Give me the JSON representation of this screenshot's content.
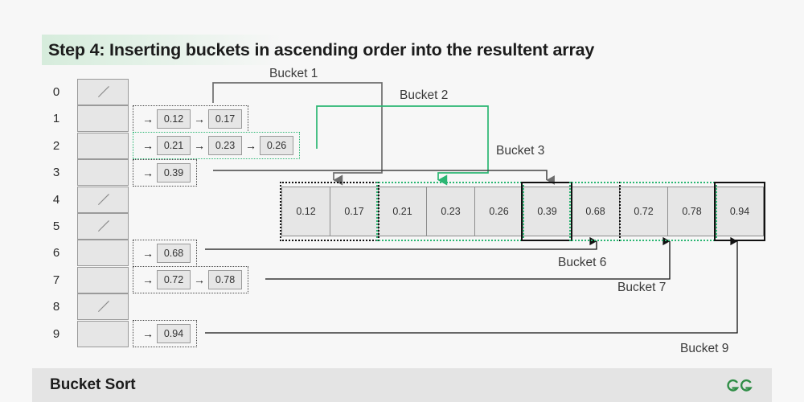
{
  "page": {
    "title": "Step 4: Inserting buckets in ascending order into the resultent array",
    "background_color": "#f7f7f7",
    "title_highlight_color": "#d6ecdc"
  },
  "colors": {
    "accent_green": "#2bb673",
    "line_gray": "#6e6e6e",
    "line_black": "#111111",
    "cell_fill": "#e6e6e6",
    "cell_border": "#9a9a9a",
    "brand_green": "#2f8d46"
  },
  "bucket_table": {
    "indices": [
      "0",
      "1",
      "2",
      "3",
      "4",
      "5",
      "6",
      "7",
      "8",
      "9"
    ],
    "empty_marker": "/",
    "empty_rows": [
      0,
      4,
      5,
      8
    ],
    "chains": [
      {
        "index": 1,
        "border": "gray",
        "values": [
          "0.12",
          "0.17"
        ]
      },
      {
        "index": 2,
        "border": "green",
        "values": [
          "0.21",
          "0.23",
          "0.26"
        ]
      },
      {
        "index": 3,
        "border": "gray",
        "values": [
          "0.39"
        ]
      },
      {
        "index": 6,
        "border": "gray",
        "values": [
          "0.68"
        ]
      },
      {
        "index": 7,
        "border": "gray",
        "values": [
          "0.72",
          "0.78"
        ]
      },
      {
        "index": 9,
        "border": "gray",
        "values": [
          "0.94"
        ]
      }
    ],
    "arrow_glyph": "→"
  },
  "result_array": {
    "values": [
      "0.12",
      "0.17",
      "0.21",
      "0.23",
      "0.26",
      "0.39",
      "0.68",
      "0.72",
      "0.78",
      "0.94"
    ],
    "highlights": [
      {
        "label": "Bucket 1",
        "style": "dotted-black",
        "from": 0,
        "to": 1
      },
      {
        "label": "Bucket 2",
        "style": "dotted-green",
        "from": 2,
        "to": 4
      },
      {
        "label": "Bucket 3",
        "style": "solid-black",
        "from": 5,
        "to": 5
      },
      {
        "label": "Bucket 6",
        "style": "dotted-black",
        "from": 6,
        "to": 6
      },
      {
        "label": "Bucket 7",
        "style": "dotted-green",
        "from": 6,
        "to": 8
      },
      {
        "label": "Bucket 9",
        "style": "solid-black",
        "from": 9,
        "to": 9
      }
    ]
  },
  "labels": {
    "bucket1": "Bucket 1",
    "bucket2": "Bucket 2",
    "bucket3": "Bucket 3",
    "bucket6": "Bucket 6",
    "bucket7": "Bucket 7",
    "bucket9": "Bucket 9"
  },
  "footer": {
    "title": "Bucket Sort",
    "logo": "geeksforgeeks-logo"
  },
  "chart_data": {
    "type": "diagram",
    "title": "Bucket Sort — Step 4: Inserting buckets in ascending order into the resultent array",
    "buckets": {
      "0": [],
      "1": [
        "0.12",
        "0.17"
      ],
      "2": [
        "0.21",
        "0.23",
        "0.26"
      ],
      "3": [
        "0.39"
      ],
      "4": [],
      "5": [],
      "6": [
        "0.68"
      ],
      "7": [
        "0.72",
        "0.78"
      ],
      "8": [],
      "9": [
        "0.94"
      ]
    },
    "sorted_output": [
      "0.12",
      "0.17",
      "0.21",
      "0.23",
      "0.26",
      "0.39",
      "0.68",
      "0.72",
      "0.78",
      "0.94"
    ]
  }
}
